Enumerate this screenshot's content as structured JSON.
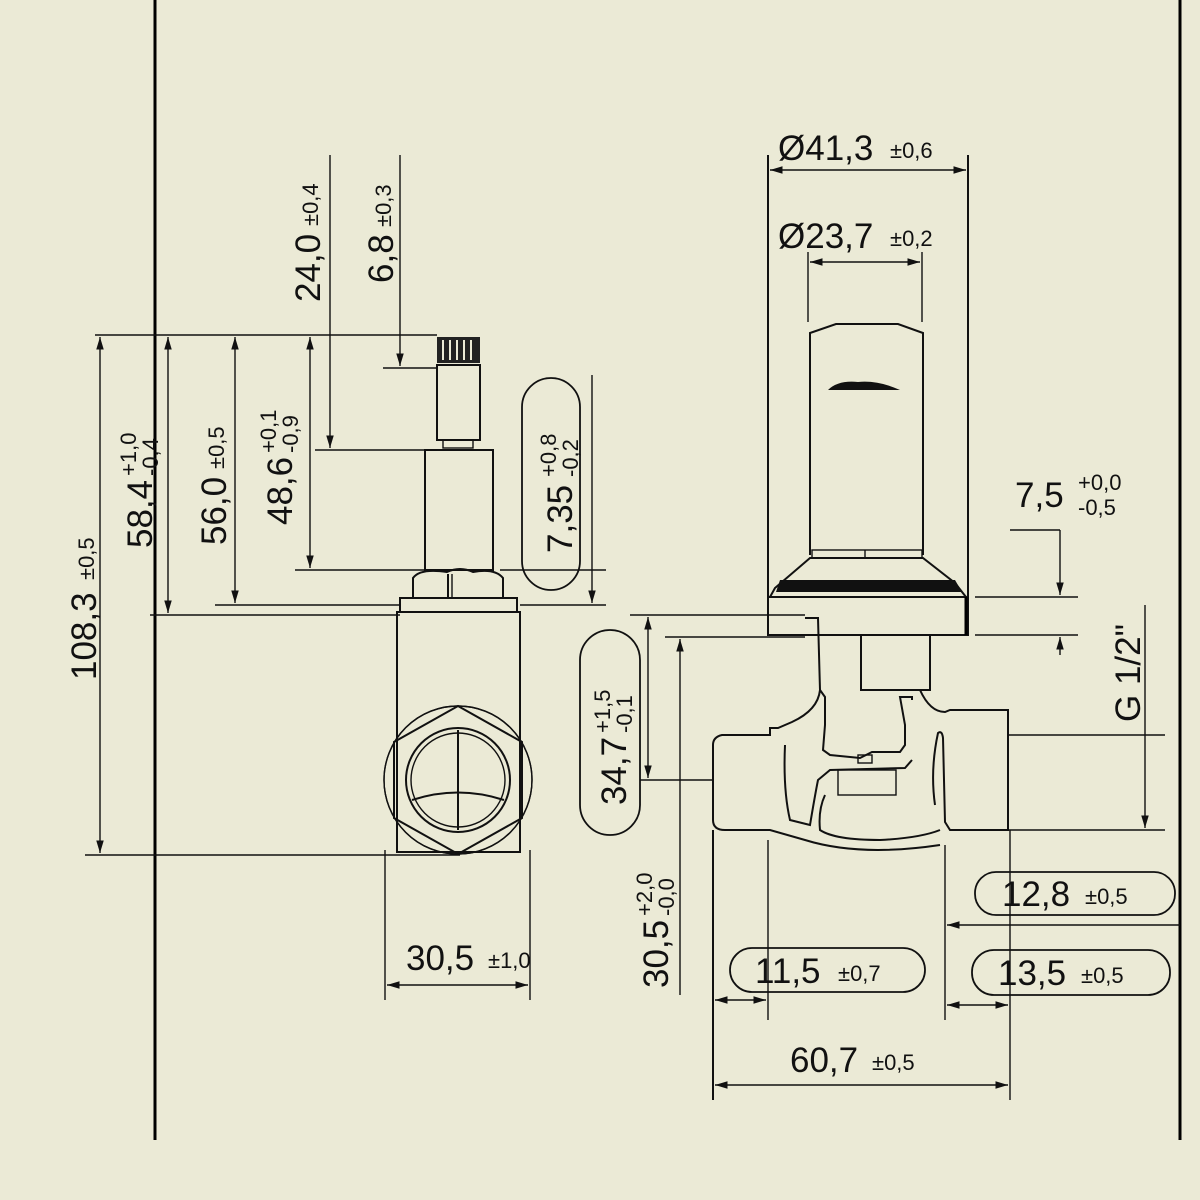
{
  "drawing": {
    "colors": {
      "background": "#ebead6",
      "line": "#111111"
    },
    "dimensions": {
      "dia_outer": {
        "value": "Ø41,3",
        "tol": "±0,6"
      },
      "dia_inner": {
        "value": "Ø23,7",
        "tol": "±0,2"
      },
      "h_24": {
        "value": "24,0",
        "tol": "±0,4"
      },
      "h_6_8": {
        "value": "6,8",
        "tol": "±0,3"
      },
      "h_108": {
        "value": "108,3",
        "tol": "±0,5"
      },
      "h_58": {
        "value": "58,4",
        "tol_upper": "+1,0",
        "tol_lower": "-0,4"
      },
      "h_56": {
        "value": "56,0",
        "tol": "±0,5"
      },
      "h_48": {
        "value": "48,6",
        "tol_upper": "+0,1",
        "tol_lower": "-0,9"
      },
      "h_7_35": {
        "value": "7,35",
        "tol_upper": "+0,8",
        "tol_lower": "-0,2"
      },
      "w_30_5": {
        "value": "30,5",
        "tol": "±1,0"
      },
      "h_34_7": {
        "value": "34,7",
        "tol_upper": "+1,5",
        "tol_lower": "-0,1"
      },
      "h_30_5": {
        "value": "30,5",
        "tol_upper": "+2,0",
        "tol_lower": "-0,0"
      },
      "h_7_5": {
        "value": "7,5",
        "tol_upper": "+0,0",
        "tol_lower": "-0,5"
      },
      "thread": {
        "value": "G 1/2\""
      },
      "w_12_8": {
        "value": "12,8",
        "tol": "±0,5"
      },
      "w_11_5": {
        "value": "11,5",
        "tol": "±0,7"
      },
      "w_13_5": {
        "value": "13,5",
        "tol": "±0,5"
      },
      "w_60_7": {
        "value": "60,7",
        "tol": "±0,5"
      }
    }
  }
}
